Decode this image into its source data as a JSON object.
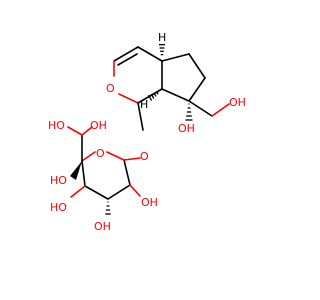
{
  "colors": {
    "background": "#ffffff",
    "bond": "#000000",
    "oxygen": "#ff0000",
    "hydrogen": "#000000"
  },
  "atoms": {
    "ring_o_pyran": "O",
    "glycosidic_o": "O",
    "sugar_ring_o": "O",
    "h_4a": "H",
    "h_7a": "H",
    "oh_c7": "OH",
    "ch2oh": "OH",
    "oh_diol_left": "HO",
    "oh_diol_right": "OH",
    "oh_c_anomeric_sugar": "HO",
    "oh_c3": "HO",
    "oh_c4": "OH",
    "oh_c2": "OH"
  }
}
